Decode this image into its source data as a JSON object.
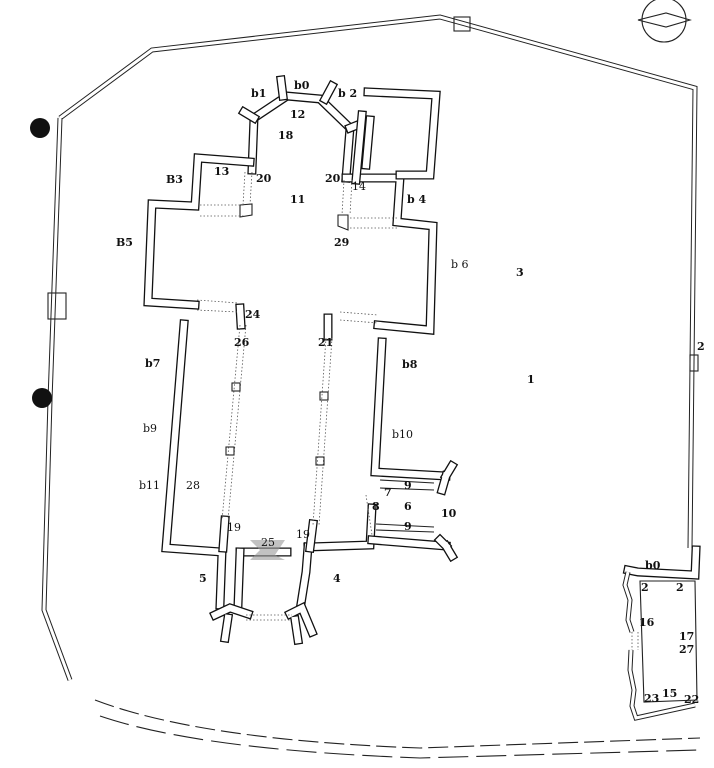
{
  "title": "Site plan of church and enclosure",
  "labels": [
    "b1",
    "b0",
    "b 2",
    "12",
    "18",
    "13",
    "20",
    "20",
    "14",
    "B3",
    "11",
    "b 4",
    "29",
    "B5",
    "b 6",
    "3",
    "24",
    "26",
    "21",
    "b7",
    "b8",
    "1",
    "b9",
    "b10",
    "b11",
    "28",
    "7",
    "9",
    "8",
    "6",
    "10",
    "9",
    "19",
    "19",
    "25",
    "5",
    "4",
    "b0",
    "2",
    "2",
    "16",
    "17",
    "27",
    "23",
    "15",
    "22",
    "2"
  ]
}
